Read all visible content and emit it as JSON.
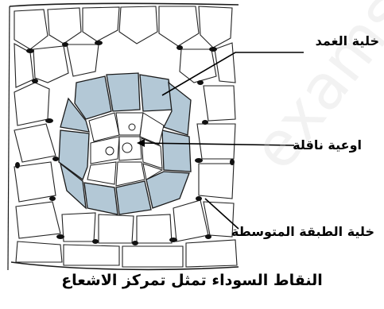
{
  "diagram": {
    "labels": {
      "bundle_sheath": "خلية الغمد",
      "vessels": "اوعية ناقلة",
      "mesophyll": "خلية الطبقة المتوسطة"
    },
    "caption": "النقاط السوداء تمثل تمركز الاشعاع",
    "watermark": "exams",
    "colors": {
      "sheath_fill": "#b3c8d6",
      "stroke": "#1a1a1a",
      "dots": "#111111"
    }
  }
}
